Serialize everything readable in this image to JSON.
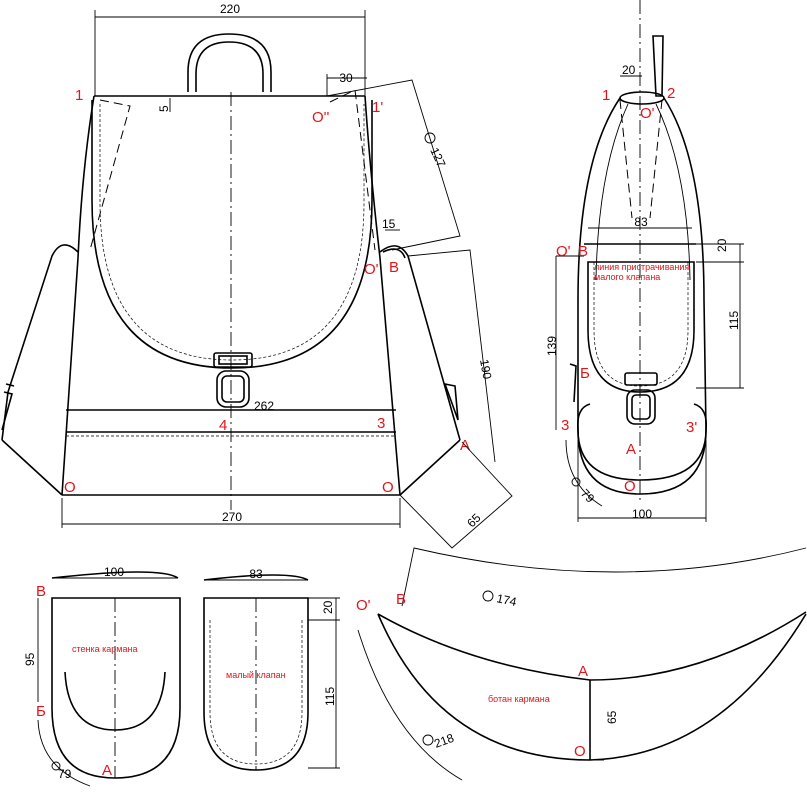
{
  "colors": {
    "line": "#000000",
    "point_label": "#e0161b",
    "note": "#e0161b"
  },
  "dimensions": {
    "front_top_width": "220",
    "handle_offset": "5",
    "flap_inset": "30",
    "flap_arc": "127",
    "side_top": "15",
    "side_height": "190",
    "front_mid_width": "262",
    "front_bottom_width": "270",
    "bottom_depth": "65",
    "side_view_top": "20",
    "side_view_pocket_width": "83",
    "side_view_flap_top": "20",
    "side_view_flap_height": "115",
    "side_view_pocket_height": "139",
    "side_view_bottom_arc": "79",
    "side_view_bottom_width": "100",
    "pocket_wall_width": "100",
    "pocket_wall_height": "95",
    "pocket_wall_arc": "79",
    "small_flap_width": "83",
    "small_flap_top": "20",
    "small_flap_height": "115",
    "gusset_outer_arc": "174",
    "gusset_inner_arc": "218",
    "gusset_height": "65"
  },
  "points": {
    "p1_front": "1",
    "p_o2": "O''",
    "p1p": "1'",
    "p_o_side": "O'",
    "p_v_side": "В",
    "p3": "3",
    "p4": "4",
    "pA": "А",
    "pO_left": "О",
    "pO_right": "О",
    "sv_1": "1",
    "sv_2": "2",
    "sv_o": "O'",
    "sv_o_left": "O'",
    "sv_v": "В",
    "sv_b": "Б",
    "sv_3": "3",
    "sv_3p": "3'",
    "sv_A": "А",
    "sv_O": "О",
    "pw_v": "В",
    "pw_b": "Б",
    "pw_a": "А",
    "g_o": "O'",
    "g_v": "В",
    "g_a": "А",
    "g_oo": "О"
  },
  "notes": {
    "stitch_line_1": "линия пристрачивания",
    "stitch_line_2": "малого клапана",
    "pocket_wall": "стенка кармана",
    "small_flap": "малый клапан",
    "pocket_bottom": "ботан кармана"
  }
}
